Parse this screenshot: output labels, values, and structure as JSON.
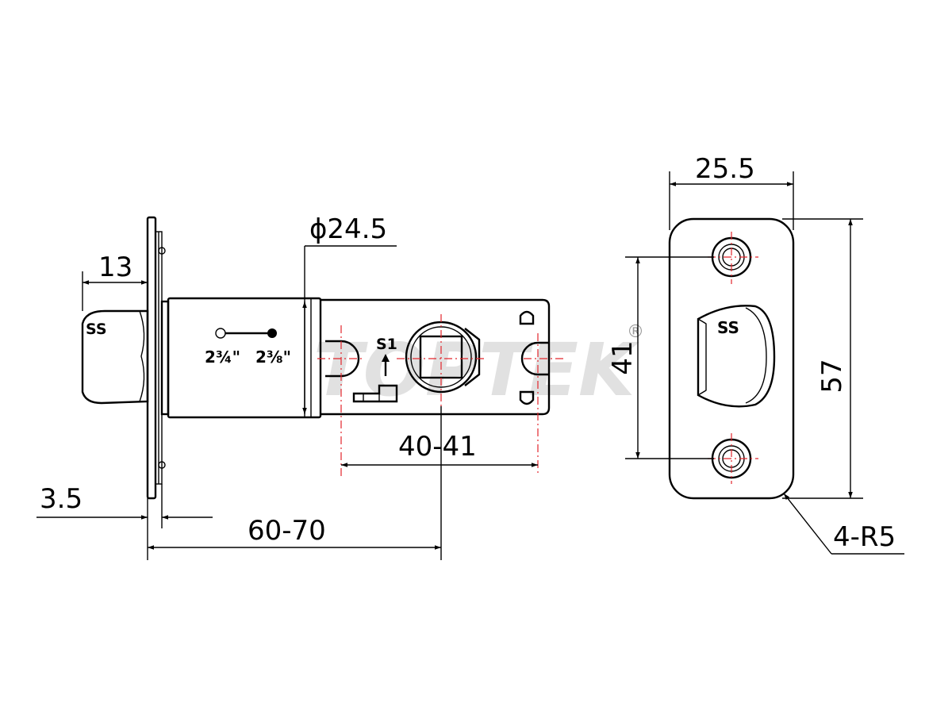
{
  "watermark": {
    "text": "TOPTEK",
    "registered": "®"
  },
  "latch_side_view": {
    "faceplate_offset": "3.5",
    "bolt_projection": "13",
    "backset": "60-70",
    "cylinder_diameter": "ϕ24.5",
    "spindle_distance": "40-41",
    "bolt_mark": "SS",
    "backset_option_short": "2¾\"",
    "backset_option_long": "2⅜\"",
    "stamp_label": "S1"
  },
  "strike_plate_view": {
    "width": "25.5",
    "height": "57",
    "hole_spacing": "41",
    "corner_radius": "4-R5",
    "bolt_mark": "SS"
  },
  "colors": {
    "line": "#000000",
    "centerline": "#e3262c",
    "watermark": "#c9c9c9"
  }
}
